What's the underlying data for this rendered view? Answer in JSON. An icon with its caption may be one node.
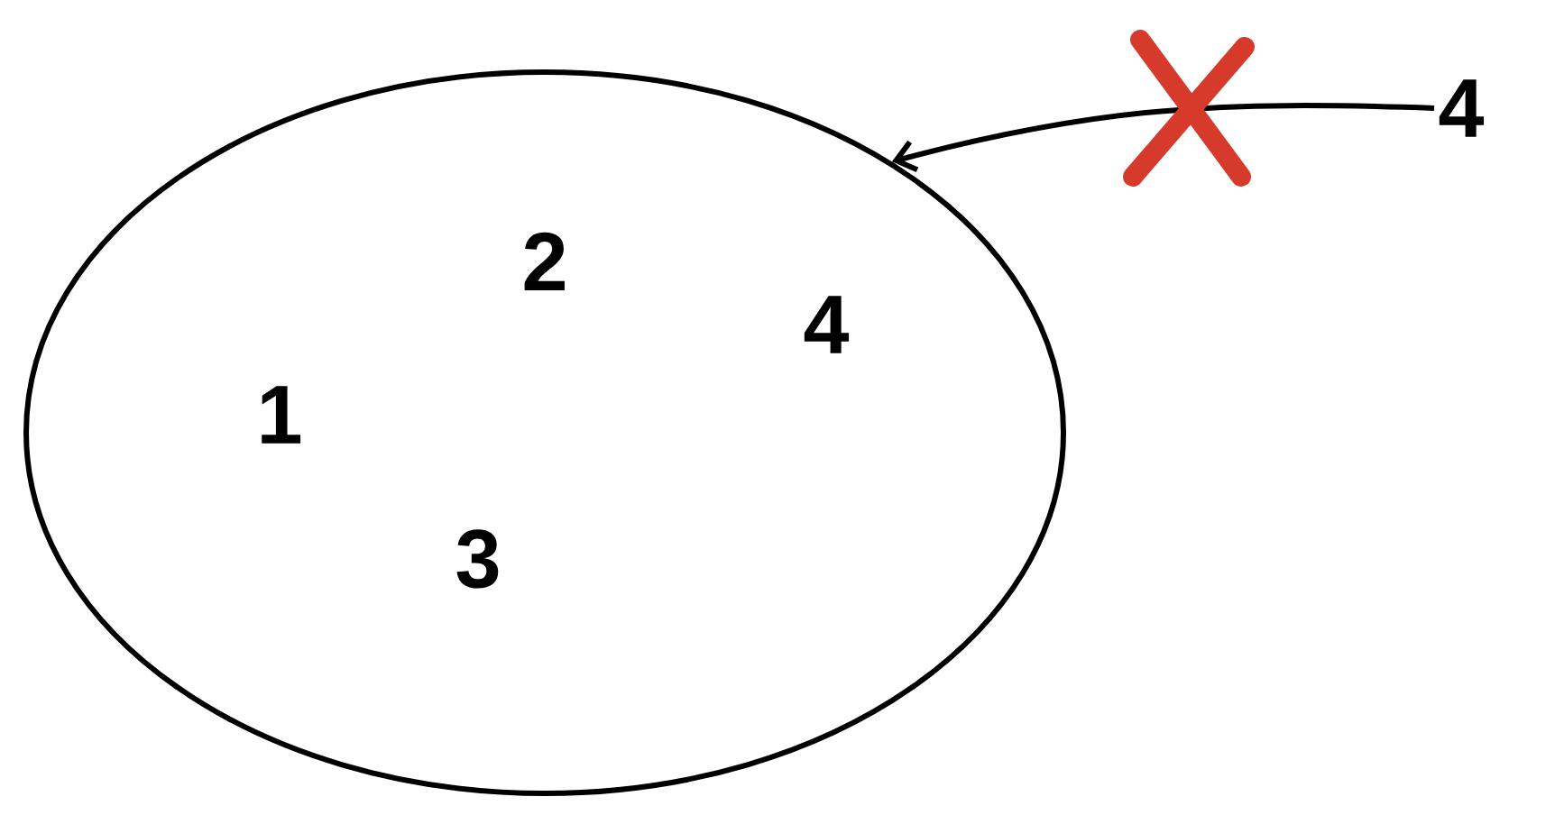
{
  "diagram": {
    "nodes": [
      {
        "text": [
          "2",
          "4",
          "1",
          "3"
        ]
      },
      {
        "text": [
          "4"
        ]
      }
    ],
    "edges": [
      {
        "from": 1,
        "to": 0,
        "arrow": "to"
      }
    ]
  }
}
